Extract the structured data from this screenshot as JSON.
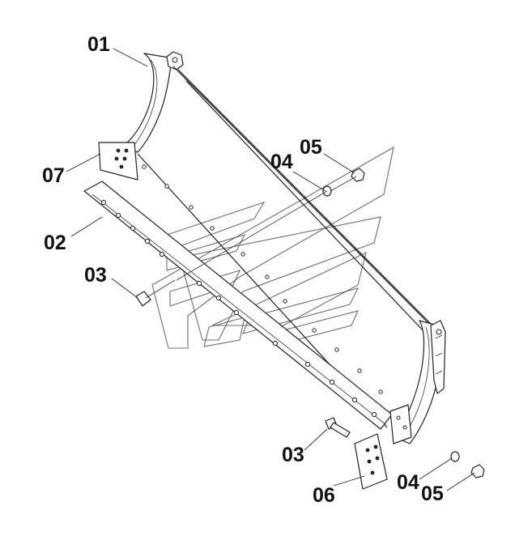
{
  "diagram": {
    "callouts": [
      {
        "id": "c01",
        "label": "01"
      },
      {
        "id": "c02",
        "label": "02"
      },
      {
        "id": "c03a",
        "label": "03"
      },
      {
        "id": "c03b",
        "label": "03"
      },
      {
        "id": "c04a",
        "label": "04"
      },
      {
        "id": "c04b",
        "label": "04"
      },
      {
        "id": "c05a",
        "label": "05"
      },
      {
        "id": "c05b",
        "label": "05"
      },
      {
        "id": "c06",
        "label": "06"
      },
      {
        "id": "c07",
        "label": "07"
      }
    ]
  }
}
